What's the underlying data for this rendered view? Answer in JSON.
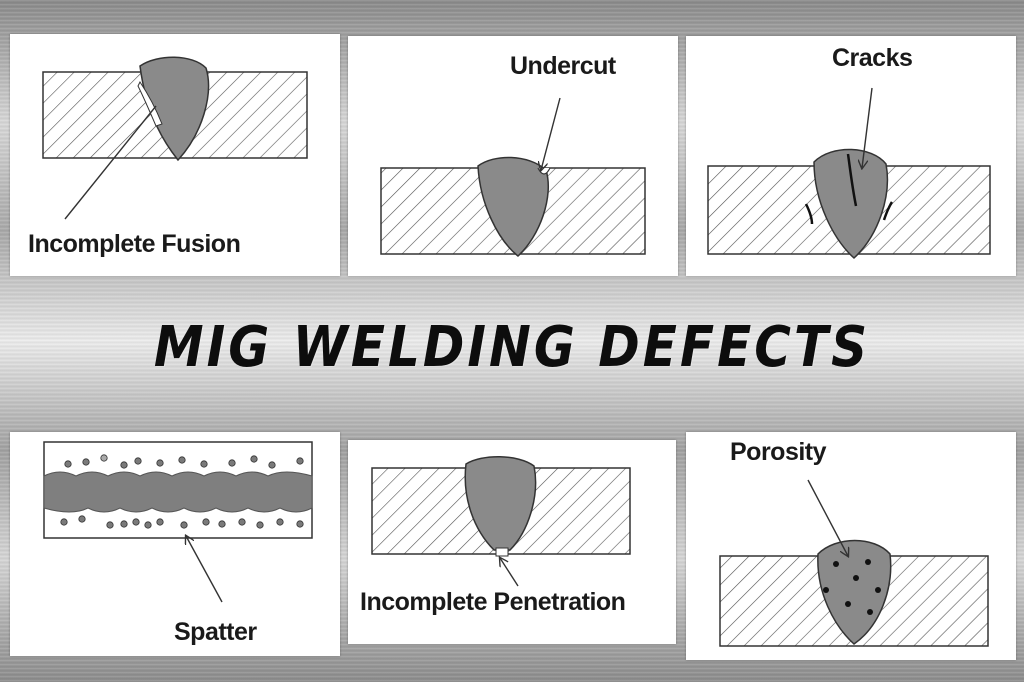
{
  "title": "MIG WELDING DEFECTS",
  "panels": {
    "incomplete_fusion": {
      "label": "Incomplete Fusion"
    },
    "undercut": {
      "label": "Undercut"
    },
    "cracks": {
      "label": "Cracks"
    },
    "spatter": {
      "label": "Spatter"
    },
    "incomplete_penetration": {
      "label": "Incomplete Penetration"
    },
    "porosity": {
      "label": "Porosity"
    }
  },
  "colors": {
    "weld": "#8a8a8a",
    "plate_hatch": "#555555",
    "outline": "#333333",
    "label": "#1a1a1a"
  }
}
